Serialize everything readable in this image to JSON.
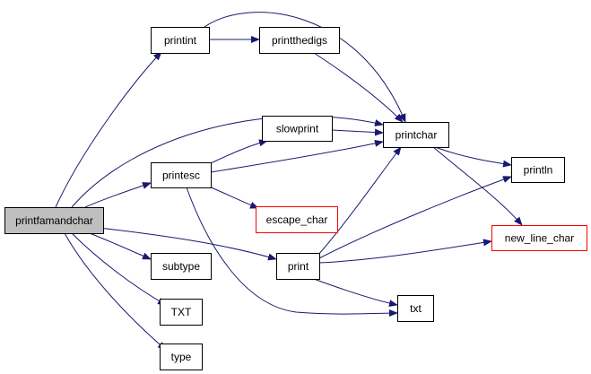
{
  "graph": {
    "nodes": [
      {
        "id": "printfamandchar",
        "label": "printfamandchar",
        "style": "root"
      },
      {
        "id": "printint",
        "label": "printint",
        "style": "normal"
      },
      {
        "id": "printthedigs",
        "label": "printthedigs",
        "style": "normal"
      },
      {
        "id": "slowprint",
        "label": "slowprint",
        "style": "normal"
      },
      {
        "id": "printchar",
        "label": "printchar",
        "style": "normal"
      },
      {
        "id": "printesc",
        "label": "printesc",
        "style": "normal"
      },
      {
        "id": "println",
        "label": "println",
        "style": "normal"
      },
      {
        "id": "escape_char",
        "label": "escape_char",
        "style": "red"
      },
      {
        "id": "new_line_char",
        "label": "new_line_char",
        "style": "red"
      },
      {
        "id": "subtype",
        "label": "subtype",
        "style": "normal"
      },
      {
        "id": "print",
        "label": "print",
        "style": "normal"
      },
      {
        "id": "TXT",
        "label": "TXT",
        "style": "normal"
      },
      {
        "id": "txt",
        "label": "txt",
        "style": "normal"
      },
      {
        "id": "type",
        "label": "type",
        "style": "normal"
      }
    ],
    "edges": [
      {
        "from": "printfamandchar",
        "to": "printint"
      },
      {
        "from": "printfamandchar",
        "to": "printchar"
      },
      {
        "from": "printfamandchar",
        "to": "printesc"
      },
      {
        "from": "printfamandchar",
        "to": "print"
      },
      {
        "from": "printfamandchar",
        "to": "subtype"
      },
      {
        "from": "printfamandchar",
        "to": "TXT"
      },
      {
        "from": "printfamandchar",
        "to": "type"
      },
      {
        "from": "printint",
        "to": "printthedigs"
      },
      {
        "from": "printint",
        "to": "printchar"
      },
      {
        "from": "printthedigs",
        "to": "printchar"
      },
      {
        "from": "slowprint",
        "to": "printchar"
      },
      {
        "from": "printchar",
        "to": "println"
      },
      {
        "from": "printchar",
        "to": "new_line_char"
      },
      {
        "from": "printesc",
        "to": "slowprint"
      },
      {
        "from": "printesc",
        "to": "printchar"
      },
      {
        "from": "printesc",
        "to": "escape_char"
      },
      {
        "from": "printesc",
        "to": "txt"
      },
      {
        "from": "print",
        "to": "printchar"
      },
      {
        "from": "print",
        "to": "println"
      },
      {
        "from": "print",
        "to": "new_line_char"
      },
      {
        "from": "print",
        "to": "txt"
      }
    ],
    "colors": {
      "edge": "#191970",
      "node_border": "#000000",
      "root_fill": "#bfbfbf",
      "red_border": "#ff0000",
      "node_fill": "#ffffff"
    }
  }
}
